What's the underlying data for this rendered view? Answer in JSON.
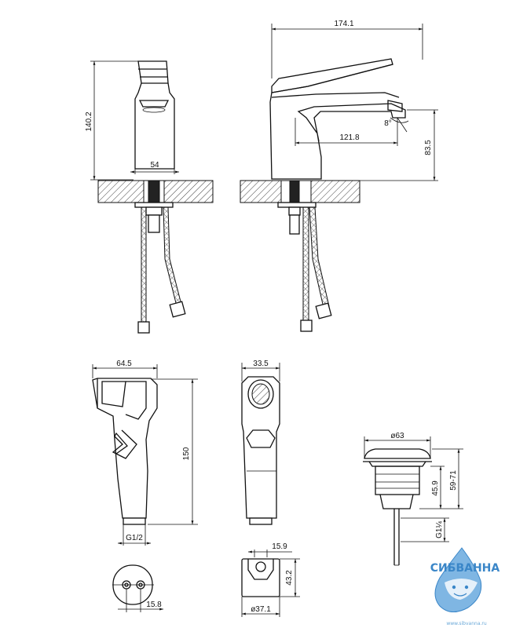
{
  "dimensions": {
    "faucet_width": "174.1",
    "faucet_height": "140.2",
    "faucet_base": "54",
    "spout_reach": "121.8",
    "spout_height": "83.5",
    "angle_mark": "8°",
    "shower_width": "64.5",
    "shower_depth": "33.5",
    "shower_length": "150",
    "shower_thread": "G1/2",
    "holder_spacing": "15.8",
    "holder_thickness": "15.9",
    "holder_height": "43.2",
    "holder_diameter": "ø37.1",
    "drain_diameter": "ø63",
    "drain_height": "45.9",
    "drain_range": "59-71",
    "drain_thread": "G1¼"
  },
  "logo": {
    "name": "СИБВАННА",
    "url": "www.sibvanna.ru",
    "color": "#3a86c8"
  }
}
